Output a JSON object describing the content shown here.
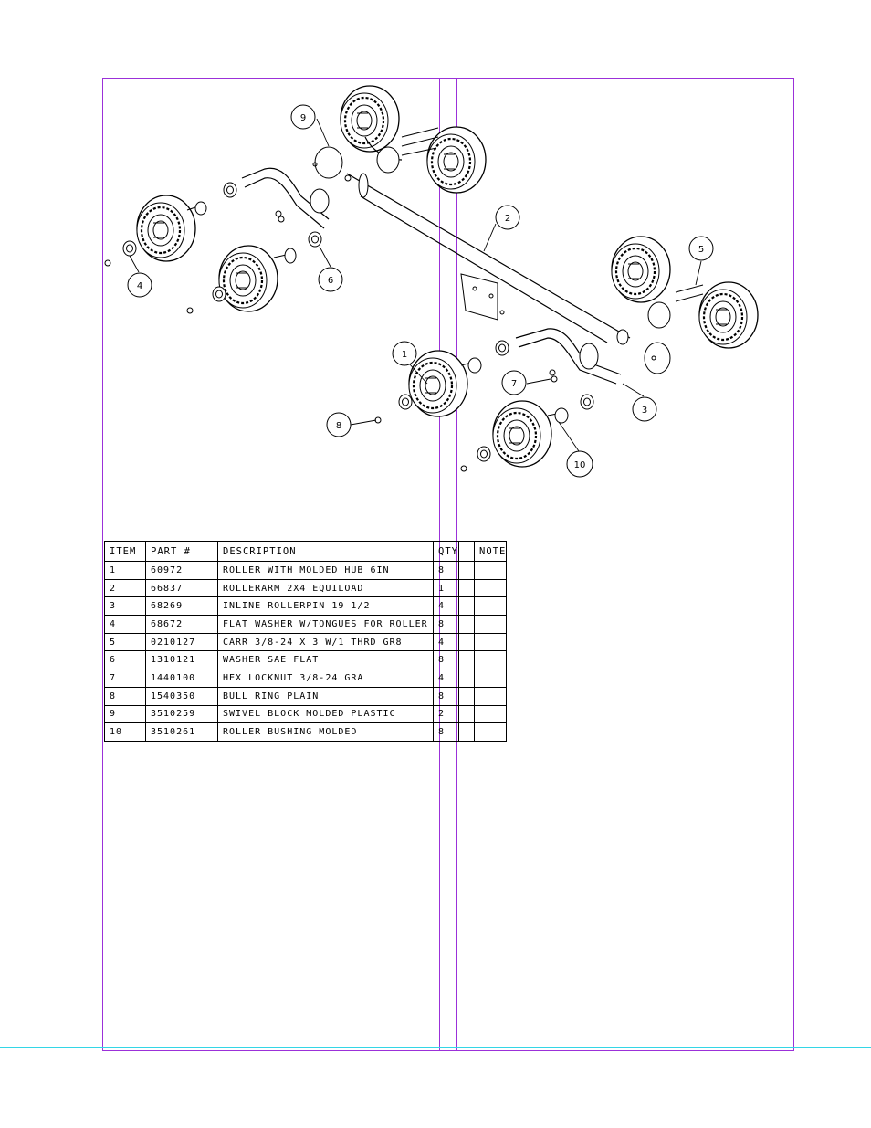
{
  "callouts": {
    "c1": "1",
    "c2": "2",
    "c3": "3",
    "c4": "4",
    "c5": "5",
    "c6": "6",
    "c7": "7",
    "c8": "8",
    "c9": "9",
    "c10": "10"
  },
  "bom": {
    "headers": {
      "item": "ITEM",
      "part": "PART #",
      "desc": "DESCRIPTION",
      "qty": "QTY",
      "note": "NOTE"
    },
    "rows": [
      {
        "item": "1",
        "part": "60972",
        "desc": "ROLLER WITH MOLDED HUB  6IN",
        "qty": "8"
      },
      {
        "item": "2",
        "part": "66837",
        "desc": "ROLLERARM  2X4 EQUILOAD",
        "qty": "1"
      },
      {
        "item": "3",
        "part": "68269",
        "desc": "INLINE ROLLERPIN 19 1/2",
        "qty": "4"
      },
      {
        "item": "4",
        "part": "68672",
        "desc": "FLAT WASHER W/TONGUES FOR ROLLER",
        "qty": "8"
      },
      {
        "item": "5",
        "part": "0210127",
        "desc": "CARR 3/8-24 X 3 W/1 THRD GR8",
        "qty": "4"
      },
      {
        "item": "6",
        "part": "1310121",
        "desc": "WASHER SAE FLAT",
        "qty": "8"
      },
      {
        "item": "7",
        "part": "1440100",
        "desc": "HEX LOCKNUT 3/8-24 GRA",
        "qty": "4"
      },
      {
        "item": "8",
        "part": "1540350",
        "desc": "BULL RING PLAIN",
        "qty": "8"
      },
      {
        "item": "9",
        "part": "3510259",
        "desc": "SWIVEL BLOCK MOLDED PLASTIC",
        "qty": "2"
      },
      {
        "item": "10",
        "part": "3510261",
        "desc": "ROLLER BUSHING MOLDED",
        "qty": "8"
      }
    ]
  },
  "colors": {
    "guide": "#9b30d9",
    "baseline": "#33d6e6",
    "ink": "#000000"
  }
}
